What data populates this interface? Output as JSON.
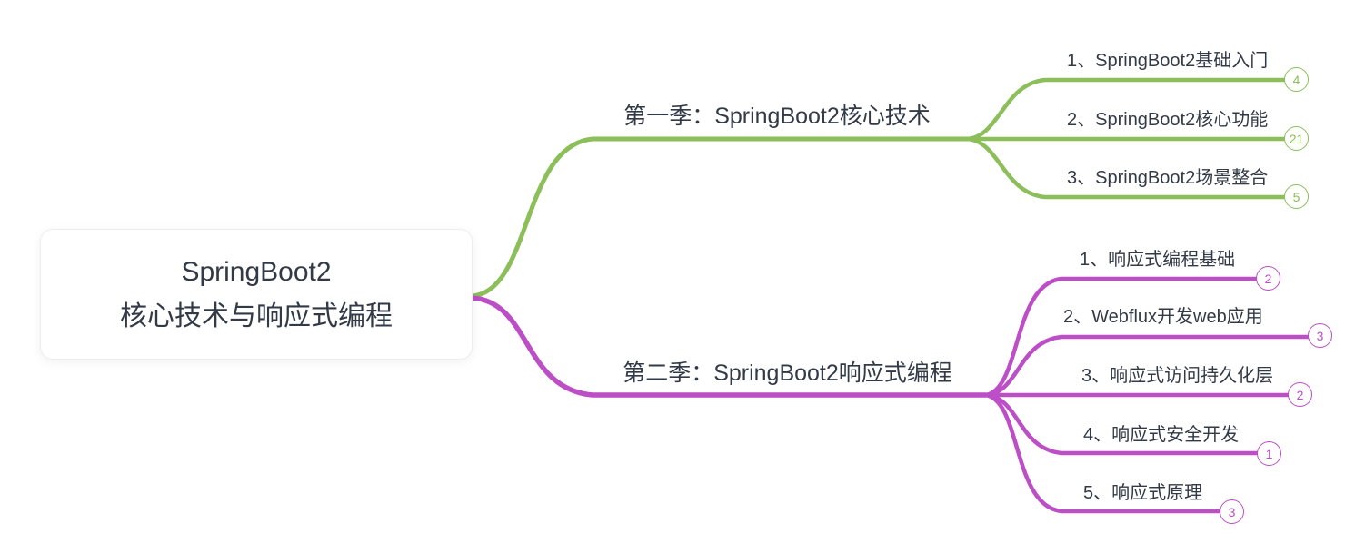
{
  "root": {
    "line1": "SpringBoot2",
    "line2": "核心技术与响应式编程"
  },
  "colors": {
    "text": "#333a47",
    "branch1": "#8cbe5a",
    "branch2": "#bc4ec6"
  },
  "branches": [
    {
      "label": "第一季：SpringBoot2核心技术",
      "color": "#8cbe5a",
      "children": [
        {
          "label": "1、SpringBoot2基础入门",
          "count": "4"
        },
        {
          "label": "2、SpringBoot2核心功能",
          "count": "21"
        },
        {
          "label": "3、SpringBoot2场景整合",
          "count": "5"
        }
      ]
    },
    {
      "label": "第二季：SpringBoot2响应式编程",
      "color": "#bc4ec6",
      "children": [
        {
          "label": "1、响应式编程基础",
          "count": "2"
        },
        {
          "label": "2、Webflux开发web应用",
          "count": "3"
        },
        {
          "label": "3、响应式访问持久化层",
          "count": "2"
        },
        {
          "label": "4、响应式安全开发",
          "count": "1"
        },
        {
          "label": "5、响应式原理",
          "count": "3"
        }
      ]
    }
  ]
}
